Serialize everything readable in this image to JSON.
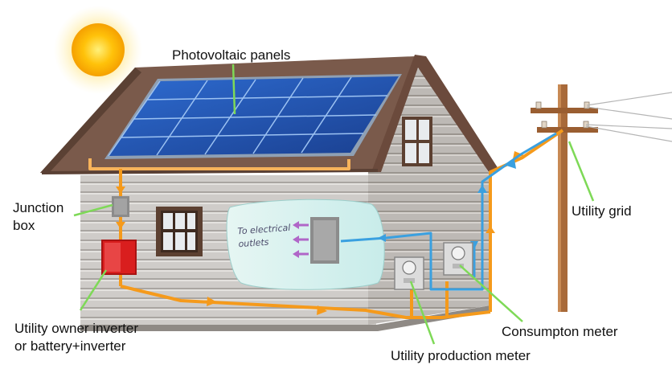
{
  "labels": {
    "photovoltaic_panels": "Photovoltaic panels",
    "junction_box_line1": "Junction",
    "junction_box_line2": "box",
    "utility_grid": "Utility grid",
    "inverter_line1": "Utility owner inverter",
    "inverter_line2": "or battery+inverter",
    "consumption_meter": "Consumpton meter",
    "production_meter": "Utility production meter",
    "outlets_line1": "To electrical",
    "outlets_line2": "outlets"
  },
  "icons": {
    "sun": "sun-icon",
    "solar_panel": "solar-panel-icon",
    "junction_box": "junction-box-icon",
    "inverter": "inverter-icon",
    "breaker_panel": "breaker-panel-icon",
    "meter": "meter-icon",
    "utility_pole": "utility-pole-icon",
    "house": "house-icon"
  },
  "colors": {
    "solar_panel": "#1f4ea3",
    "dc_wire": "#f59a1b",
    "ac_wire": "#3aa0e0",
    "leader_line": "#7ed957",
    "inverter": "#d91e1e",
    "roof": "#7a5a4b",
    "siding": "#c9c6c3",
    "outlet_arrows": "#b066c8",
    "sun": "#f5b800"
  }
}
